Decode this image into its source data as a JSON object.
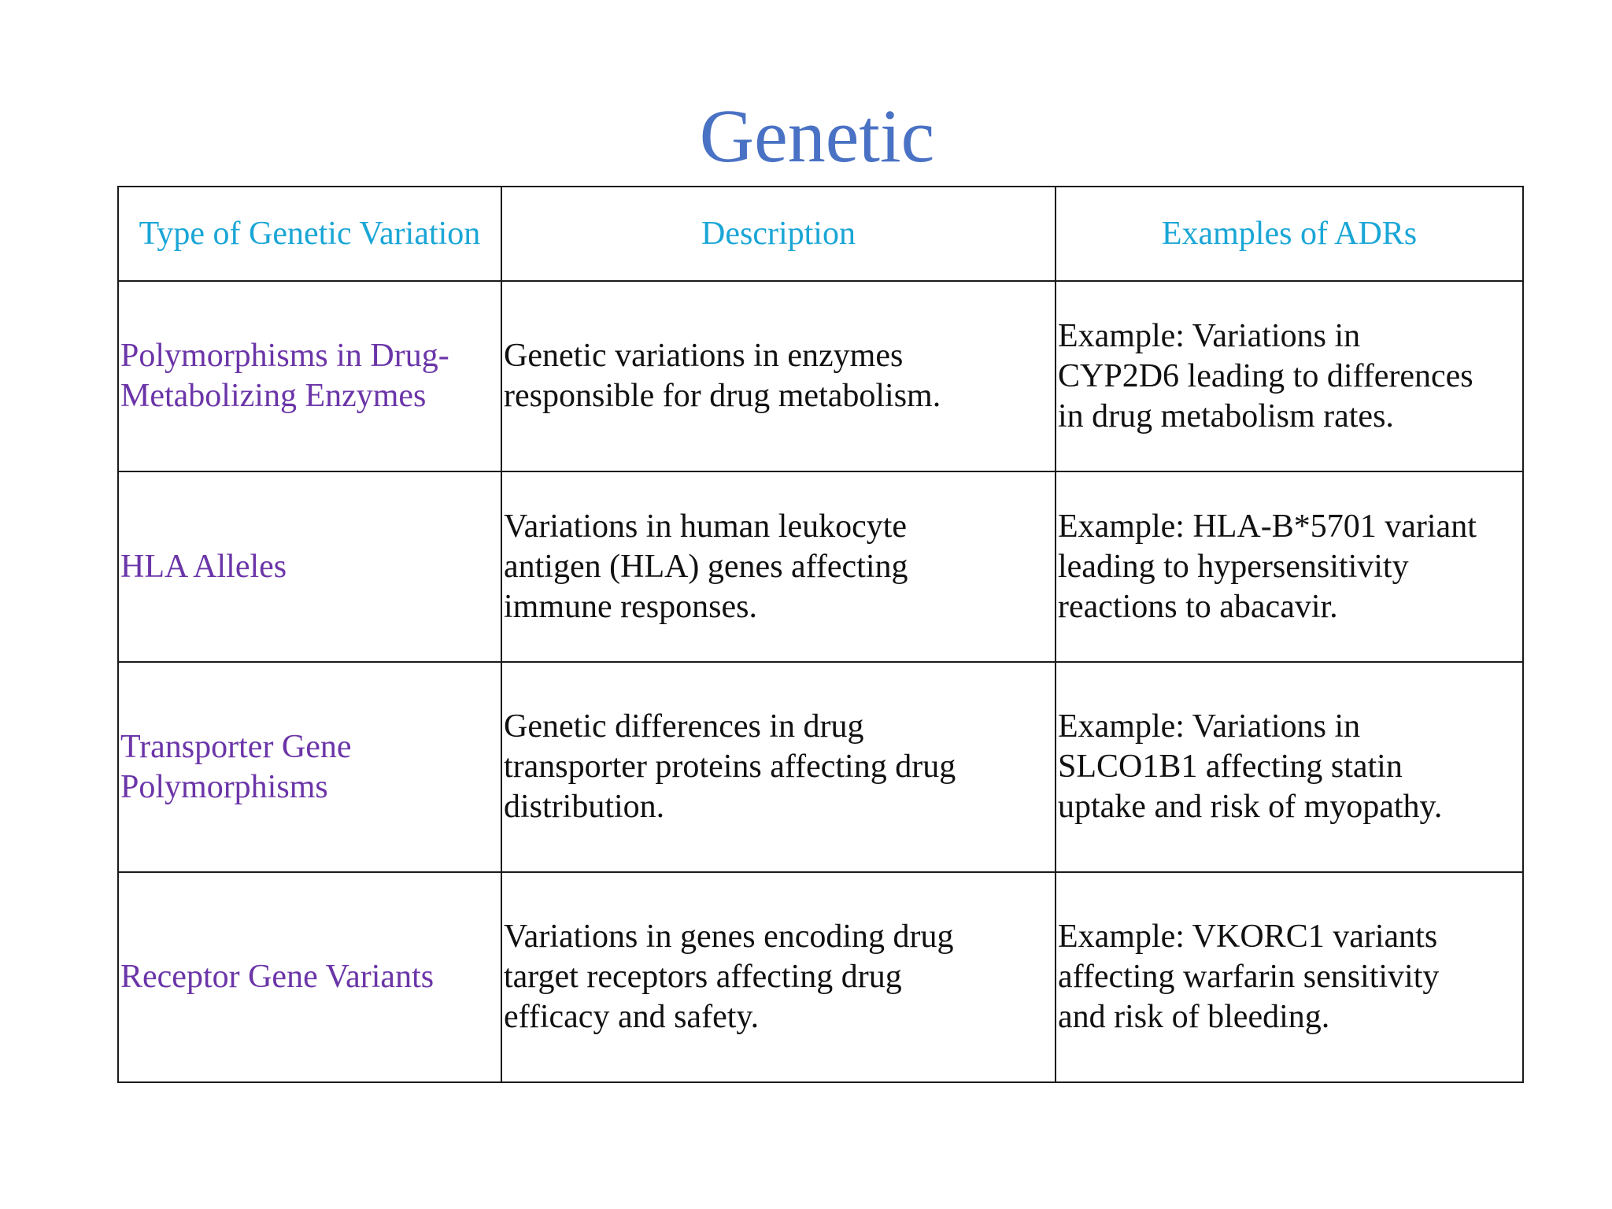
{
  "title": "Genetic",
  "table": {
    "headers": [
      "Type of Genetic Variation",
      "Description",
      "Examples of ADRs"
    ],
    "rows": [
      {
        "type": [
          "Polymorphisms in Drug-",
          "Metabolizing Enzymes"
        ],
        "description": [
          "Genetic variations in enzymes",
          "responsible for drug metabolism."
        ],
        "example": [
          "Example: Variations in",
          "CYP2D6 leading to differences",
          "in drug metabolism rates."
        ]
      },
      {
        "type": [
          "HLA Alleles"
        ],
        "description": [
          "Variations in human leukocyte",
          "antigen (HLA) genes affecting",
          "immune responses."
        ],
        "example": [
          "Example: HLA-B*5701 variant",
          "leading to hypersensitivity",
          "reactions to abacavir."
        ]
      },
      {
        "type": [
          "Transporter Gene",
          "Polymorphisms"
        ],
        "description": [
          "Genetic differences in drug",
          "transporter proteins affecting drug",
          "distribution."
        ],
        "example": [
          "Example: Variations in",
          "SLCO1B1 affecting statin",
          "uptake and risk of myopathy."
        ]
      },
      {
        "type": [
          "Receptor Gene Variants"
        ],
        "description": [
          "Variations in genes encoding drug",
          "target receptors affecting drug",
          "efficacy and safety."
        ],
        "example": [
          "Example: VKORC1 variants",
          "affecting warfarin sensitivity",
          "and risk of bleeding."
        ]
      }
    ]
  },
  "colors": {
    "title": "#4a72c4",
    "header_text": "#1aa6d6",
    "type_text": "#6b35a8",
    "body_text": "#111111",
    "border": "#1a1a1a"
  }
}
